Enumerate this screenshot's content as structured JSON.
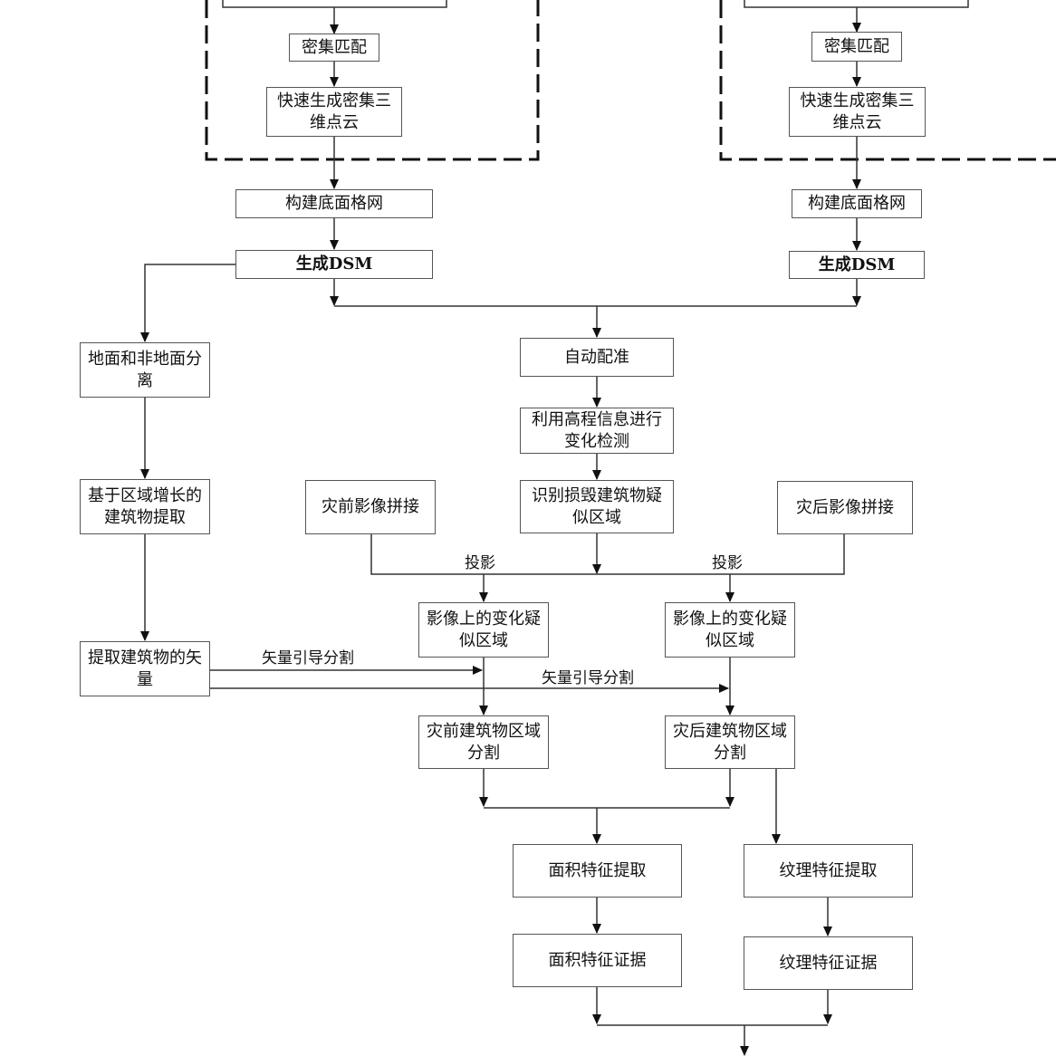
{
  "left_branch": {
    "dense_matching": "密集匹配",
    "point_cloud": "快速生成密集三维点云",
    "base_grid": "构建底面格网",
    "gen_dsm": "生成DSM"
  },
  "right_branch": {
    "dense_matching": "密集匹配",
    "point_cloud": "快速生成密集三维点云",
    "base_grid": "构建底面格网",
    "gen_dsm": "生成DSM"
  },
  "boxes": {
    "ground_separation": "地面和非地面分离",
    "auto_registration": "自动配准",
    "elevation_change": "利用高程信息进行变化检测",
    "region_growing": "基于区域增长的建筑物提取",
    "pre_mosaic": "灾前影像拼接",
    "damage_suspect": "识别损毁建筑物疑似区域",
    "post_mosaic": "灾后影像拼接",
    "pre_change_region": "影像上的变化疑似区域",
    "post_change_region": "影像上的变化疑似区域",
    "vector_extract": "提取建筑物的矢量",
    "pre_segment": "灾前建筑物区域分割",
    "post_segment": "灾后建筑物区域分割",
    "area_feature": "面积特征提取",
    "texture_feature": "纹理特征提取",
    "area_evidence": "面积特征证据",
    "texture_evidence": "纹理特征证据"
  },
  "labels": {
    "projection_left": "投影",
    "projection_right": "投影",
    "vector_guide_upper": "矢量引导分割",
    "vector_guide_lower": "矢量引导分割"
  }
}
